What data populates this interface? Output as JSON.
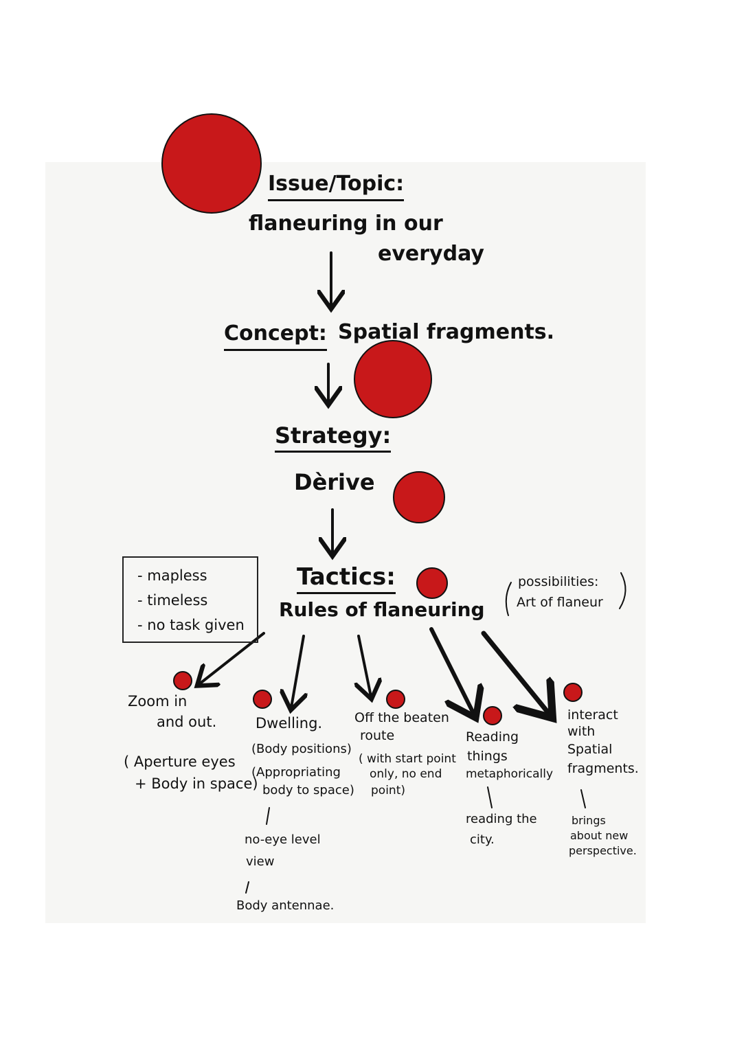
{
  "flow": {
    "issue_label": "Issue/Topic:",
    "issue_line1": "flaneuring in our",
    "issue_line2": "everyday",
    "concept_label": "Concept:",
    "concept_value": "Spatial fragments.",
    "strategy_label": "Strategy:",
    "strategy_value": "Dèrive",
    "tactics_label": "Tactics:",
    "tactics_value": "Rules of flaneuring"
  },
  "rules_box": {
    "item1": "- mapless",
    "item2": "- timeless",
    "item3": "- no task given"
  },
  "possibilities": {
    "line1": "possibilities:",
    "line2": "Art of flaneur"
  },
  "branches": {
    "zoom": {
      "line1": "Zoom in",
      "line2": "and out.",
      "note1": "( Aperture eyes",
      "note2": "+ Body in space)"
    },
    "dwelling": {
      "title": "Dwelling.",
      "note1": "(Body positions)",
      "note2": "(Appropriating",
      "note3": "body to space)",
      "sub1_line1": "no-eye level",
      "sub1_line2": "view",
      "sub2": "Body antennae."
    },
    "offroute": {
      "line1": "Off the beaten",
      "line2": "route",
      "note1": "( with start point",
      "note2": "only, no end",
      "note3": "point)"
    },
    "reading": {
      "line1": "Reading",
      "line2": "things",
      "line3": "metaphorically",
      "sub1": "reading the",
      "sub2": "city."
    },
    "interact": {
      "line1": "interact",
      "line2": "with",
      "line3": "Spatial",
      "line4": "fragments.",
      "sub1": "brings",
      "sub2": "about new",
      "sub3": "perspective."
    }
  },
  "colors": {
    "marker": "#c8181a",
    "ink": "#111111",
    "paper": "#f6f6f4"
  }
}
